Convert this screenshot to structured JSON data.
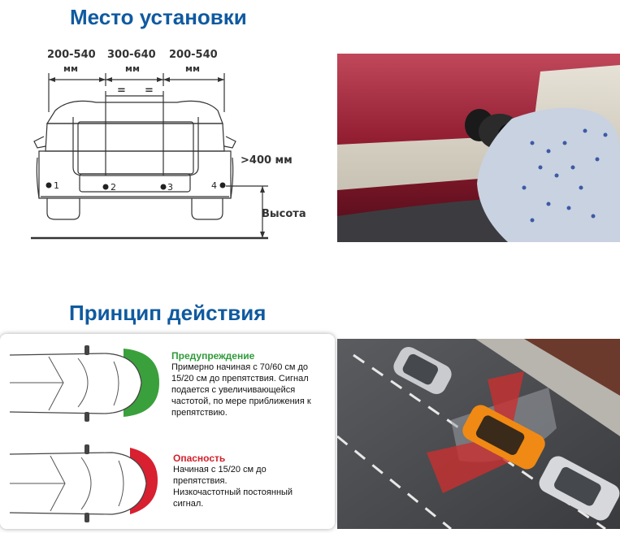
{
  "install": {
    "title": "Место установки",
    "dim1": "200-540",
    "dim1_unit": "мм",
    "dim2": "300-640",
    "dim2_unit": "мм",
    "dim3": "200-540",
    "dim3_unit": "мм",
    "equal_sign_1": "=",
    "equal_sign_2": "=",
    "height_min": ">400 мм",
    "height_label": "Высота",
    "sensor_1": "1",
    "sensor_2": "2",
    "sensor_3": "3",
    "sensor_4": "4"
  },
  "principle": {
    "title": "Принцип действия",
    "warning": {
      "title": "Предупреждение",
      "text_lines": [
        "Примерно начиная с 70/60 см до",
        "15/20 см до препятствия. Сигнал",
        "подается с увеличивающейся",
        "частотой, по мере приближения к",
        "препятствию."
      ],
      "zone_color": "#3aa03c"
    },
    "danger": {
      "title": "Опасность",
      "text_lines": [
        "Начиная с 15/20 см до",
        "препятствия.",
        "Низкочастотный постоянный",
        "сигнал."
      ],
      "zone_color": "#d82030"
    }
  }
}
